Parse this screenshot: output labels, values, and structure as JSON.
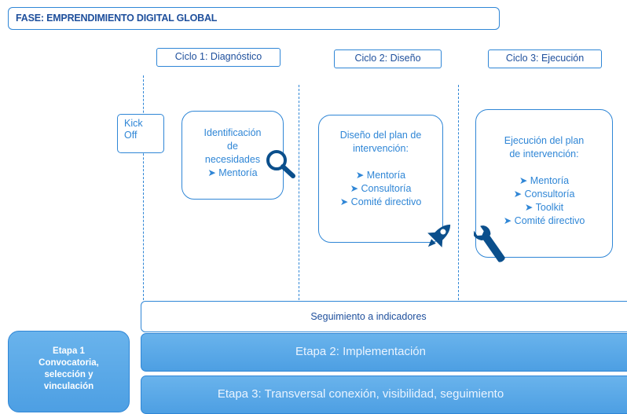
{
  "phase": {
    "title": "FASE: EMPRENDIMIENTO DIGITAL GLOBAL"
  },
  "cycles": [
    {
      "label": "Ciclo 1: Diagnóstico"
    },
    {
      "label": "Ciclo 2: Diseño"
    },
    {
      "label": "Ciclo 3: Ejecución"
    }
  ],
  "kickoff": {
    "line1": "Kick",
    "line2": "Off"
  },
  "cards": {
    "diagnostico": [
      "Identificación",
      "de",
      "necesidades",
      "➤ Mentoría"
    ],
    "diseno": [
      "Diseño del plan de",
      "intervención:",
      "",
      "➤ Mentoría",
      "➤ Consultoría",
      "➤ Comité directivo"
    ],
    "ejecucion": [
      "Ejecución del plan",
      "de intervención:",
      "",
      "➤  Mentoría",
      "➤  Consultoría",
      "➤  Toolkit",
      "➤  Comité directivo"
    ]
  },
  "icons": {
    "diagnostico": "magnifier-icon",
    "diseno": "rocket-icon",
    "ejecucion": "wrench-icon"
  },
  "tracks": {
    "seguimiento": "Seguimiento a indicadores",
    "etapa2": "Etapa 2: Implementación",
    "etapa3": "Etapa 3: Transversal conexión, visibilidad, seguimiento"
  },
  "etapa1": {
    "lines": [
      "Etapa 1",
      "Convocatoria,",
      "selección y",
      "vinculación"
    ]
  },
  "colors": {
    "accent": "#2f86d6",
    "dark_text": "#1e4f9c",
    "fill": "#5aa8e8"
  }
}
